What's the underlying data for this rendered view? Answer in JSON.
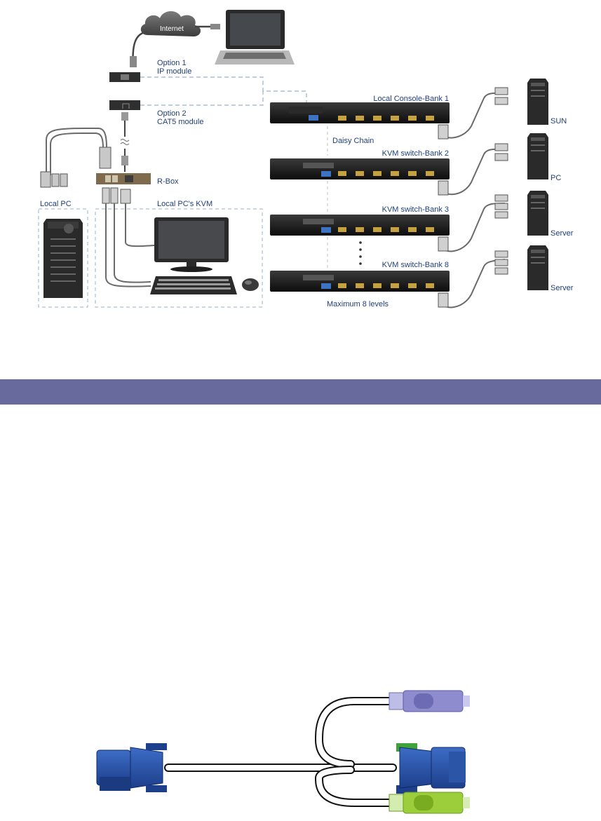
{
  "diagram": {
    "internet": "Internet",
    "option1": "Option 1",
    "ip_module": "IP module",
    "option2": "Option 2",
    "cat5_module": "CAT5 module",
    "local_console": "Local Console-Bank 1",
    "daisy_chain": "Daisy Chain",
    "bank2": "KVM switch-Bank 2",
    "bank3": "KVM switch-Bank 3",
    "bank8": "KVM switch-Bank 8",
    "max_levels": "Maximum 8 levels",
    "rbox": "R-Box",
    "local_pc": "Local PC",
    "local_kvm": "Local PC's KVM",
    "sun": "SUN",
    "pc": "PC",
    "server1": "Server",
    "server2": "Server"
  },
  "colors": {
    "label": "#1f3f7a",
    "bar": "#68699c",
    "vga_blue": "#2b56a8",
    "ps2_purple": "#8e8ccf",
    "ps2_green": "#9ccd3a"
  }
}
